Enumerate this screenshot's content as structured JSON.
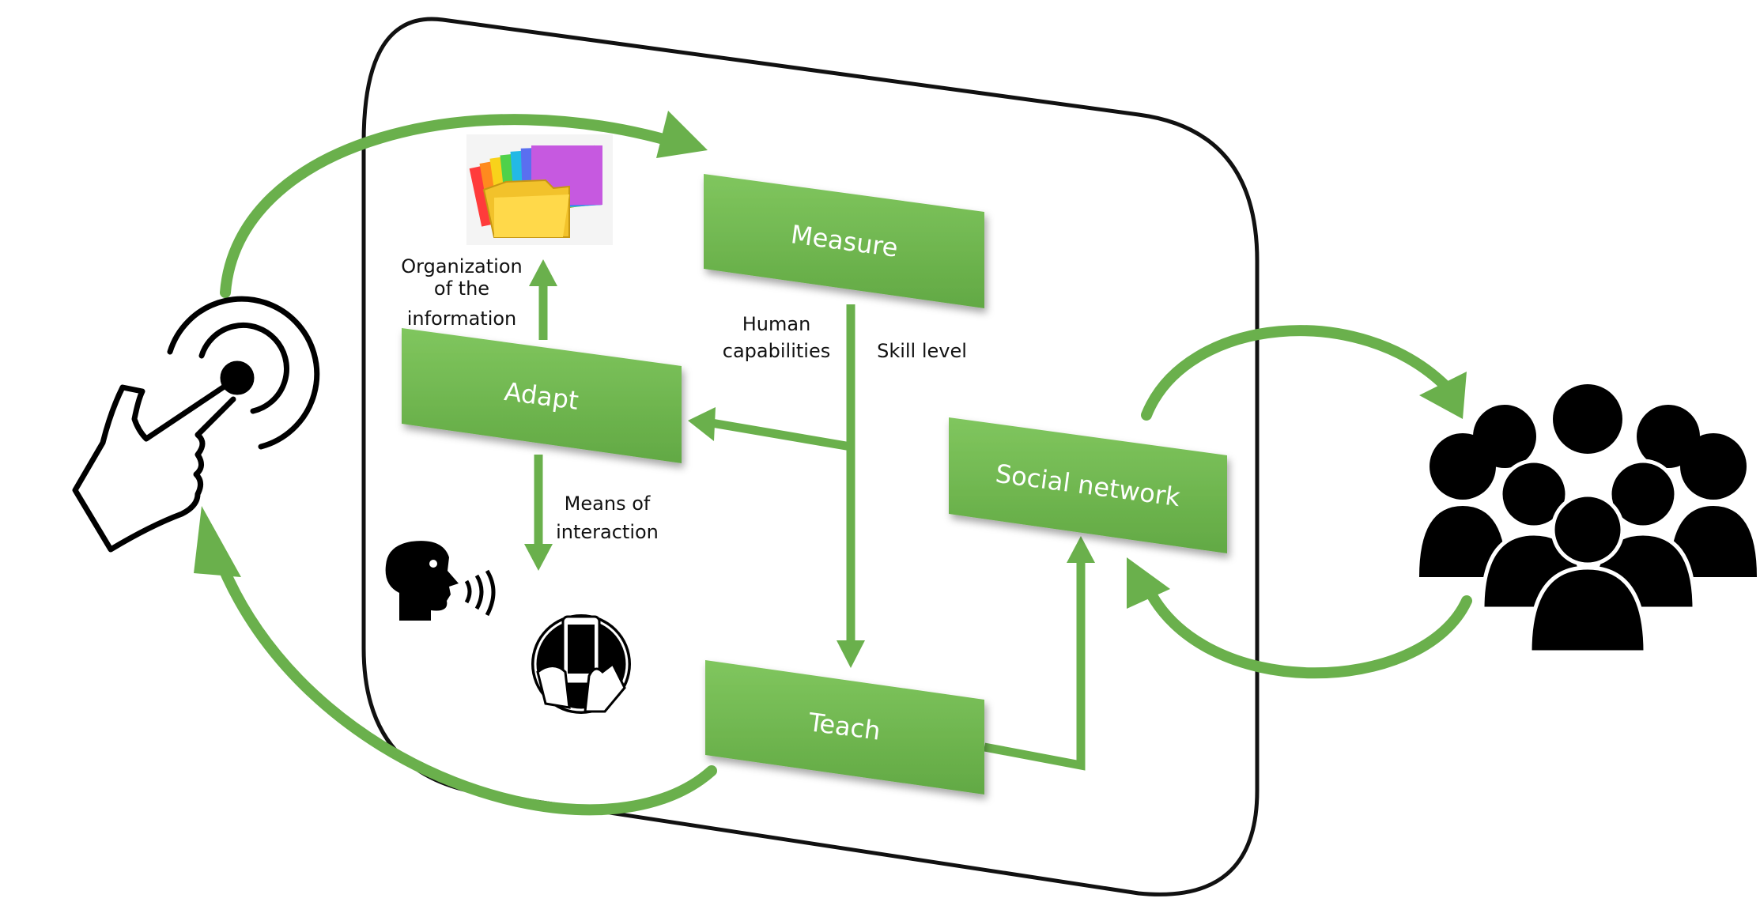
{
  "diagram": {
    "nodes": {
      "measure": "Measure",
      "adapt": "Adapt",
      "teach": "Teach",
      "social": "Social network"
    },
    "labels": {
      "org_line1": "Organization",
      "org_line2": "of the",
      "org_line3": "information",
      "human_line1": "Human",
      "human_line2": "capabilities",
      "skill": "Skill level",
      "means_line1": "Means of",
      "means_line2": "interaction"
    },
    "icons": {
      "folders": "folder-stack-icon",
      "touch": "touch-gesture-icon",
      "speaking": "speaking-head-icon",
      "phone": "smartphone-hands-icon",
      "group": "people-group-icon"
    },
    "colors": {
      "box_fill": "#6ab04c",
      "box_fill_light": "#7cc35a",
      "arrow": "#6ab04c",
      "frame": "#111111",
      "icon": "#000000"
    }
  }
}
